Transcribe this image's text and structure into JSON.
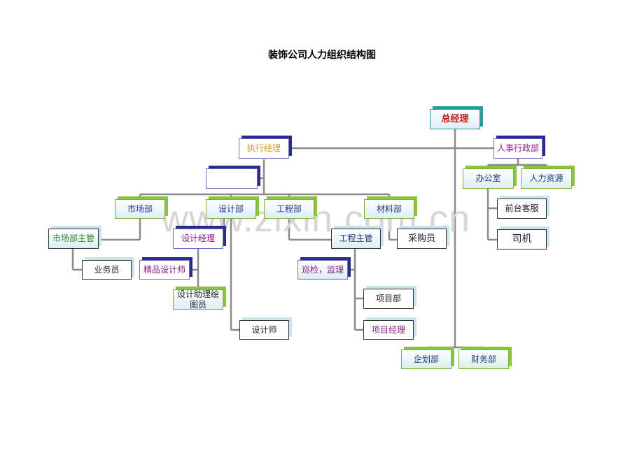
{
  "title": "装饰公司人力组织结构图",
  "watermark": "www.zixin.com.cn",
  "nodes": {
    "ceo": "总经理",
    "exec": "执行经理",
    "blank": "",
    "hr_admin": "人事行政部",
    "office": "办公室",
    "hr": "人力资源",
    "reception": "前台客服",
    "driver": "司机",
    "market": "市场部",
    "design": "设计部",
    "engineering": "工程部",
    "materials": "材料部",
    "market_mgr": "市场部主管",
    "salesman": "业务员",
    "design_mgr": "设计经理",
    "premium_designer": "精品设计师",
    "design_assist": "设计助理绘图员",
    "designer": "设计师",
    "eng_mgr": "工程主管",
    "patrol": "巡检，监理",
    "project_dept": "项目部",
    "project_mgr": "项目经理",
    "buyer": "采购员",
    "planning": "企划部",
    "finance": "财务部"
  }
}
